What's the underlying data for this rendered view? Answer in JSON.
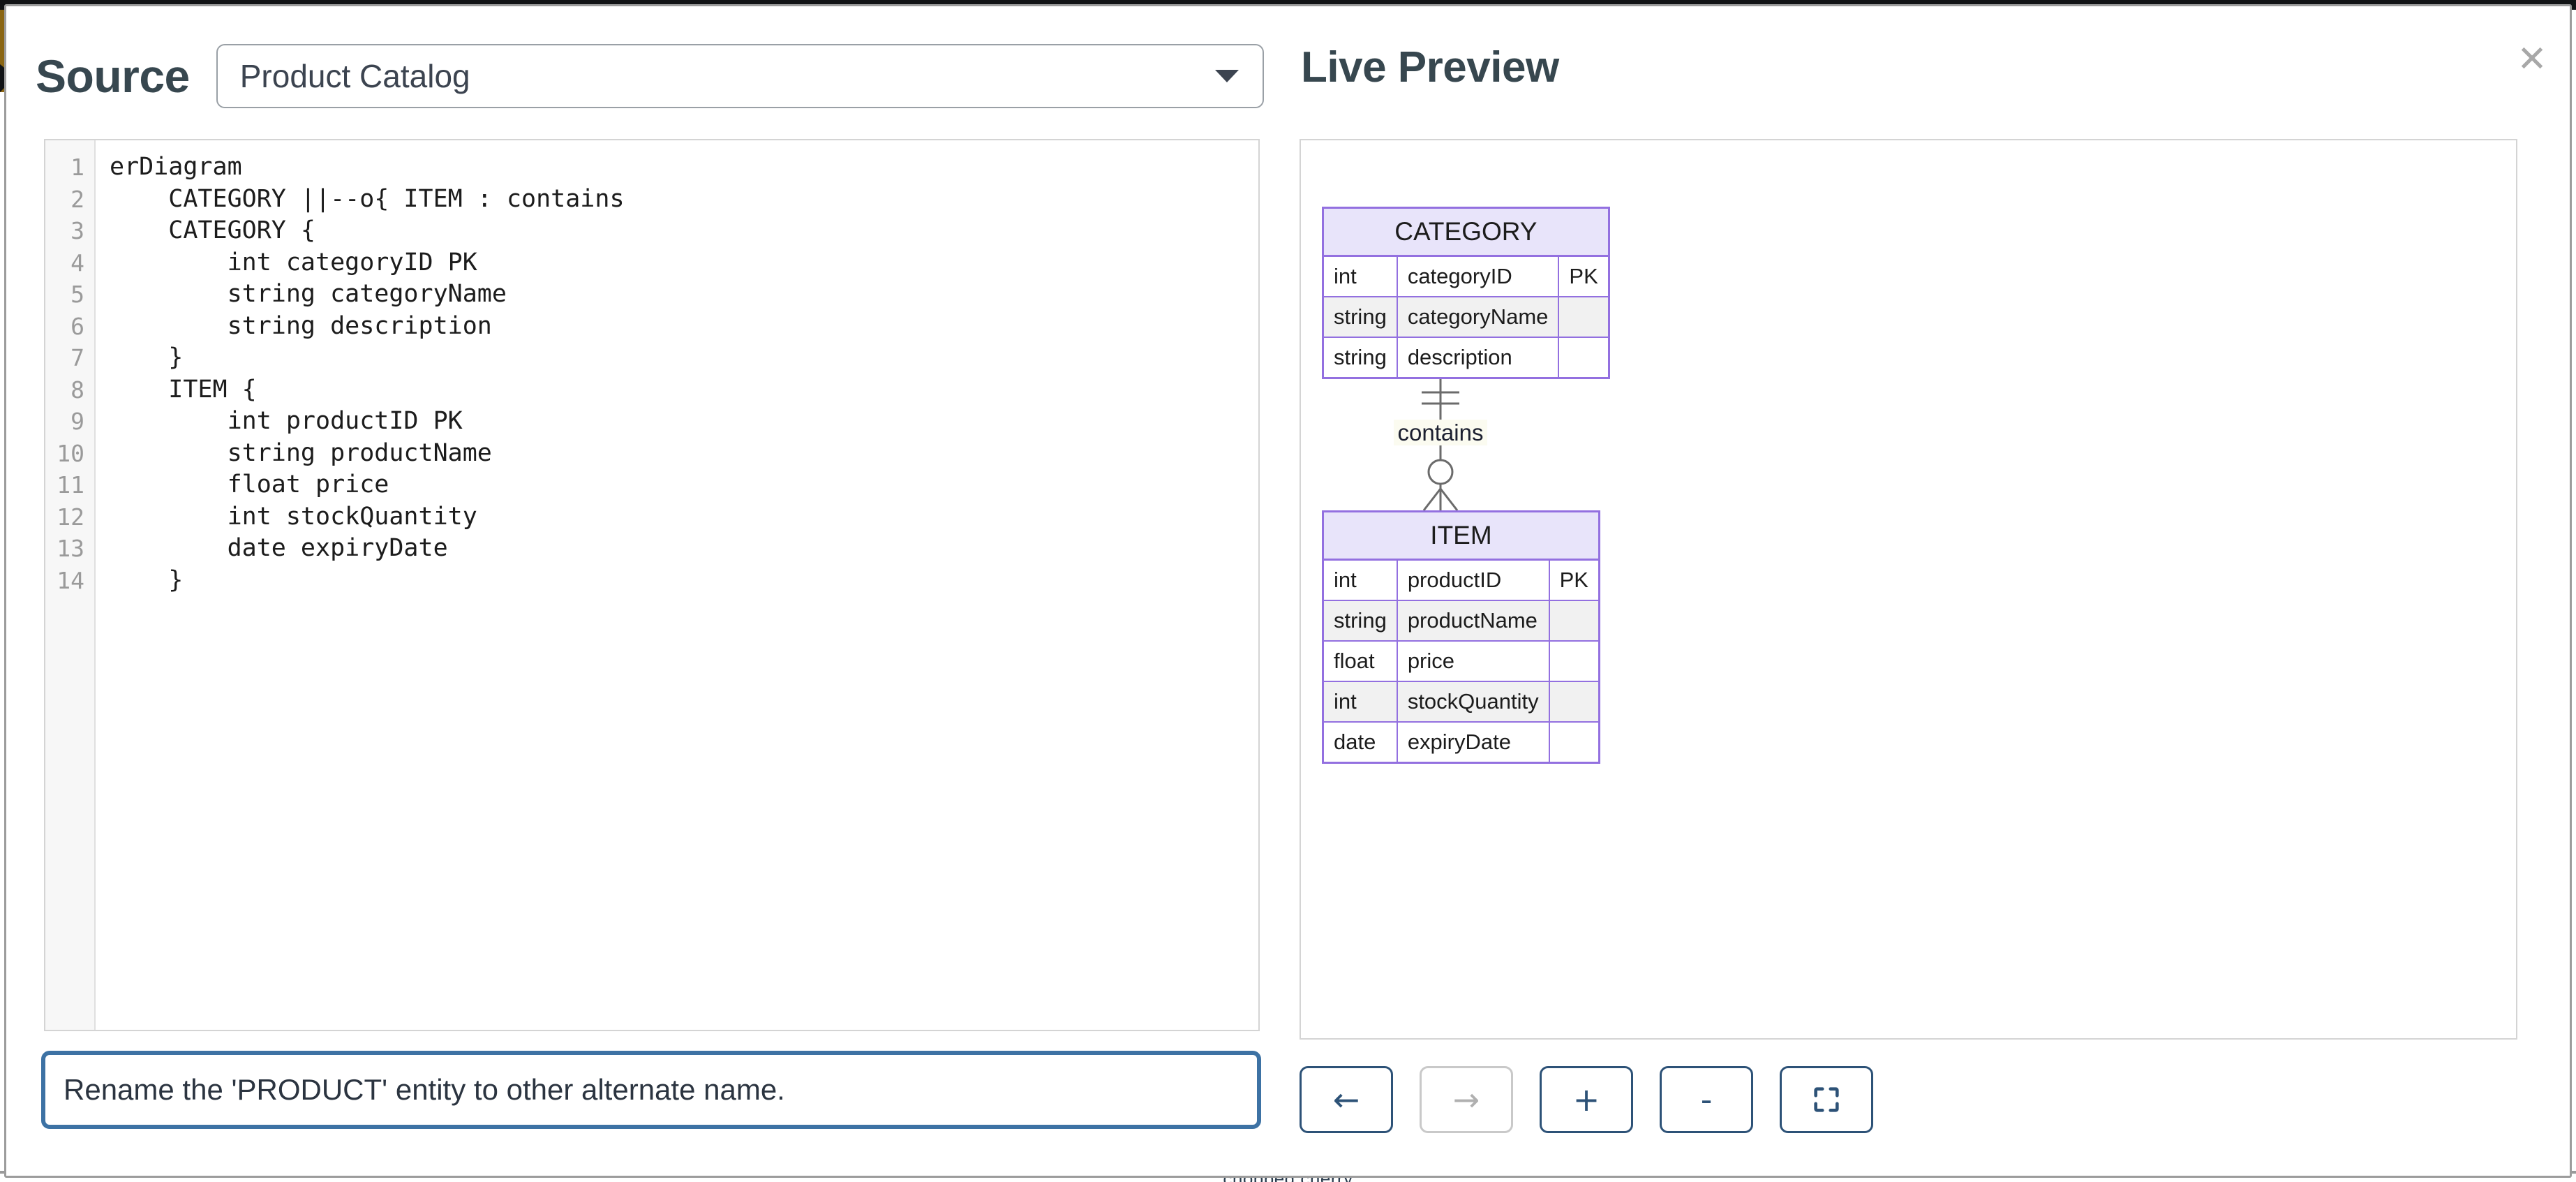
{
  "backdrop": {
    "bottom_text": "chopped cherry"
  },
  "modal": {
    "close_label": "✕"
  },
  "source": {
    "title": "Source",
    "diagram_select": {
      "value": "Product Catalog",
      "arrow_icon": "chevron-down-icon"
    },
    "code_lines": [
      "erDiagram",
      "    CATEGORY ||--o{ ITEM : contains",
      "    CATEGORY {",
      "        int categoryID PK",
      "        string categoryName",
      "        string description",
      "    }",
      "    ITEM {",
      "        int productID PK",
      "        string productName",
      "        float price",
      "        int stockQuantity",
      "        date expiryDate",
      "    }"
    ],
    "line_numbers": [
      1,
      2,
      3,
      4,
      5,
      6,
      7,
      8,
      9,
      10,
      11,
      12,
      13,
      14
    ],
    "prompt": {
      "value": "Rename the 'PRODUCT' entity to other alternate name.",
      "placeholder": "Rename the 'PRODUCT' entity to other alternate name."
    }
  },
  "preview": {
    "title": "Live Preview",
    "toolbar": [
      {
        "name": "back-button",
        "icon": "arrow-left-icon",
        "label": "←",
        "enabled": true
      },
      {
        "name": "forward-button",
        "icon": "arrow-right-icon",
        "label": "→",
        "enabled": false
      },
      {
        "name": "zoom-in-button",
        "icon": "plus-icon",
        "label": "+",
        "enabled": true
      },
      {
        "name": "zoom-out-button",
        "icon": "minus-icon",
        "label": "-",
        "enabled": true
      },
      {
        "name": "fit-screen-button",
        "icon": "fullscreen-icon",
        "label": "",
        "enabled": true
      }
    ]
  },
  "colors": {
    "entity_border": "#9370e0",
    "entity_header_fill": "#e8e4fa",
    "alt_row_fill": "#f1f1f1",
    "accent_blue": "#2d5277",
    "input_focus_blue": "#3d72a4",
    "heading": "#37474f",
    "relation_line": "#6b6b6b"
  },
  "chart_data": {
    "type": "er-diagram",
    "title": "Product Catalog",
    "entities": [
      {
        "name": "CATEGORY",
        "attributes": [
          {
            "type": "int",
            "name": "categoryID",
            "key": "PK"
          },
          {
            "type": "string",
            "name": "categoryName",
            "key": ""
          },
          {
            "type": "string",
            "name": "description",
            "key": ""
          }
        ]
      },
      {
        "name": "ITEM",
        "attributes": [
          {
            "type": "int",
            "name": "productID",
            "key": "PK"
          },
          {
            "type": "string",
            "name": "productName",
            "key": ""
          },
          {
            "type": "float",
            "name": "price",
            "key": ""
          },
          {
            "type": "int",
            "name": "stockQuantity",
            "key": ""
          },
          {
            "type": "date",
            "name": "expiryDate",
            "key": ""
          }
        ]
      }
    ],
    "relationships": [
      {
        "from": "CATEGORY",
        "to": "ITEM",
        "label": "contains",
        "from_cardinality": "exactly-one",
        "to_cardinality": "zero-or-more",
        "notation": "||--o{"
      }
    ]
  }
}
